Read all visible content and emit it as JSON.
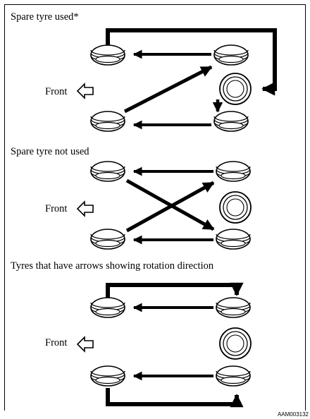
{
  "sections": [
    {
      "title": "Spare tyre used*",
      "front_label": "Front"
    },
    {
      "title": "Spare tyre not used",
      "front_label": "Front"
    },
    {
      "title": "Tyres that have arrows showing rotation direction",
      "front_label": "Front"
    }
  ],
  "figure_code": "AAM003132",
  "icons": {
    "tyre": "tyre-side-view-icon",
    "spare": "spare-wheel-icon",
    "front": "front-direction-arrow-icon"
  }
}
